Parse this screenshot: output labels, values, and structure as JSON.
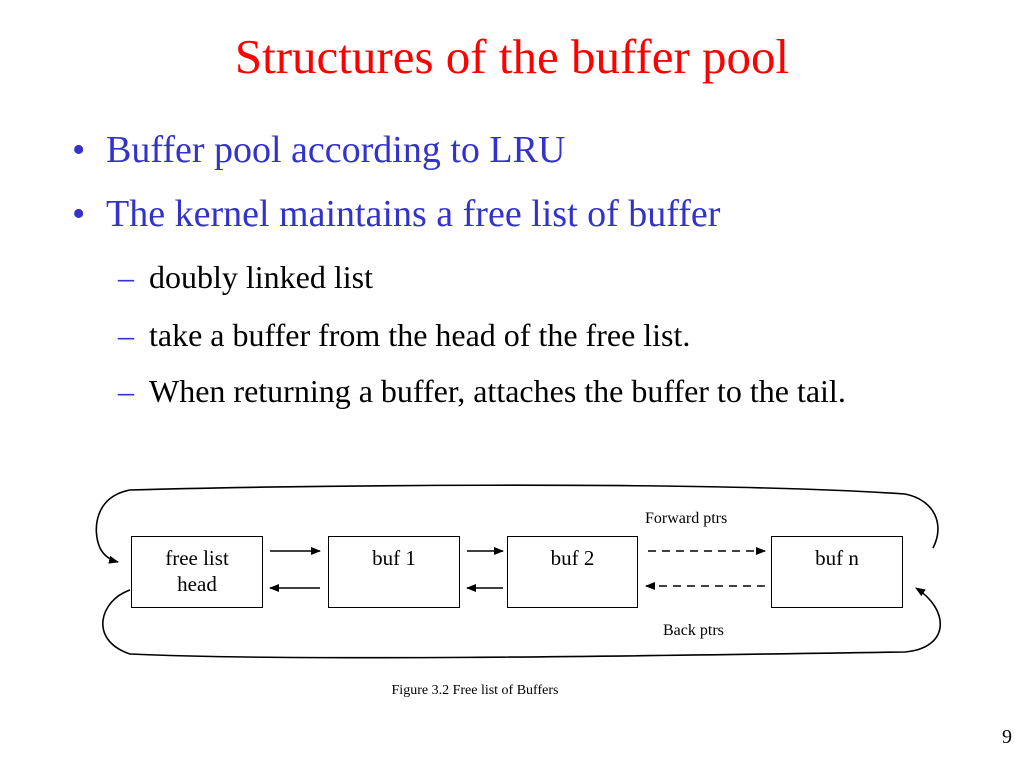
{
  "title": "Structures of the buffer pool",
  "bullets": [
    "Buffer pool according to LRU",
    "The kernel maintains a free list of  buffer"
  ],
  "sub_bullets": [
    "doubly linked list",
    "take a buffer from the head of the free list.",
    "When returning a buffer, attaches the buffer to the tail."
  ],
  "bullet_glyph": "•",
  "dash_glyph": "–",
  "diagram": {
    "free_list_head": "free list\nhead",
    "buf1": "buf  1",
    "buf2": "buf  2",
    "bufn": "buf n",
    "forward_label": "Forward ptrs",
    "back_label": "Back ptrs",
    "caption": "Figure 3.2 Free list of Buffers"
  },
  "page_number": "9",
  "colors": {
    "title": "#ff0000",
    "bullet_text": "#3333cc",
    "body_text": "#000000"
  }
}
